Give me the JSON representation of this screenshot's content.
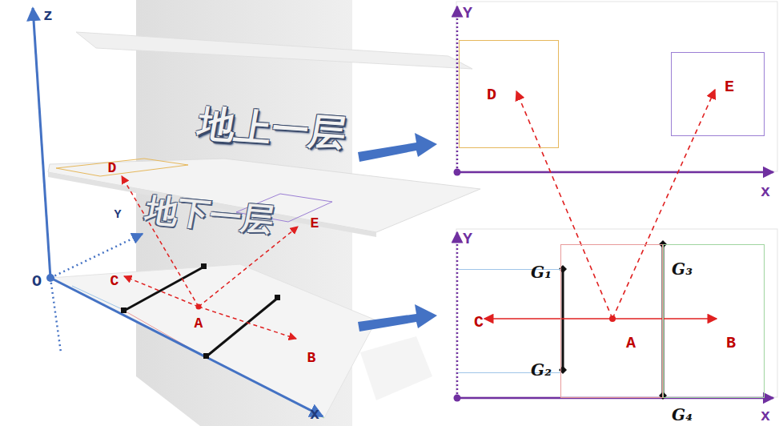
{
  "diagram": {
    "nodes": [
      {
        "text": [
          "D"
        ]
      },
      {
        "text": [
          "E"
        ]
      },
      {
        "text": [
          "C"
        ]
      },
      {
        "text": [
          "A"
        ]
      },
      {
        "text": [
          "B"
        ]
      }
    ],
    "edges": [
      {
        "from": 3,
        "to": 2,
        "arrow": "to"
      },
      {
        "from": 3,
        "to": 4,
        "arrow": "to"
      },
      {
        "from": 3,
        "to": 0,
        "arrow": "to"
      },
      {
        "from": 3,
        "to": 1,
        "arrow": "to"
      }
    ],
    "labels": [
      "地上一层",
      "地下一层",
      "z",
      "Y",
      "O",
      "x",
      "D",
      "E",
      "C",
      "A",
      "B",
      "Y",
      "x",
      "Y",
      "x",
      "G₁",
      "G₂",
      "G₃",
      "G₄"
    ]
  }
}
